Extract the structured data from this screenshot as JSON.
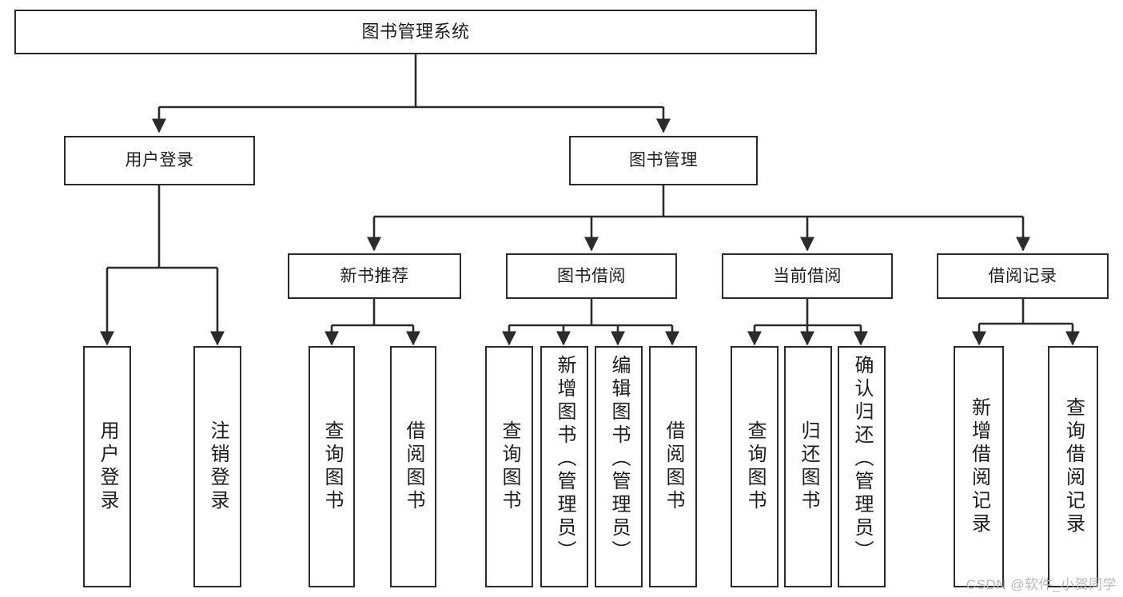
{
  "diagram": {
    "title": "图书管理系统",
    "type": "tree-hierarchy",
    "watermark": "CSDN @软件_小贺同学",
    "colors": {
      "stroke": "#2b2b2b",
      "fill": "#ffffff",
      "text": "#1d1d1d",
      "watermark": "#b9b9b9"
    },
    "levels": {
      "root": {
        "label": "图书管理系统"
      },
      "level2": [
        {
          "label": "用户登录"
        },
        {
          "label": "图书管理"
        }
      ],
      "level3": [
        {
          "label": "新书推荐"
        },
        {
          "label": "图书借阅"
        },
        {
          "label": "当前借阅"
        },
        {
          "label": "借阅记录"
        }
      ],
      "leaves": {
        "user_login": [
          {
            "label": "用户登录"
          },
          {
            "label": "注销登录"
          }
        ],
        "new_book": [
          {
            "label": "查询图书"
          },
          {
            "label": "借阅图书"
          }
        ],
        "book_borrow": [
          {
            "label": "查询图书"
          },
          {
            "label": "新增图书（管理员）"
          },
          {
            "label": "编辑图书（管理员）"
          },
          {
            "label": "借阅图书"
          }
        ],
        "current_borrow": [
          {
            "label": "查询图书"
          },
          {
            "label": "归还图书"
          },
          {
            "label": "确认归还（管理员）"
          }
        ],
        "borrow_record": [
          {
            "label": "新增借阅记录"
          },
          {
            "label": "查询借阅记录"
          }
        ]
      }
    }
  }
}
